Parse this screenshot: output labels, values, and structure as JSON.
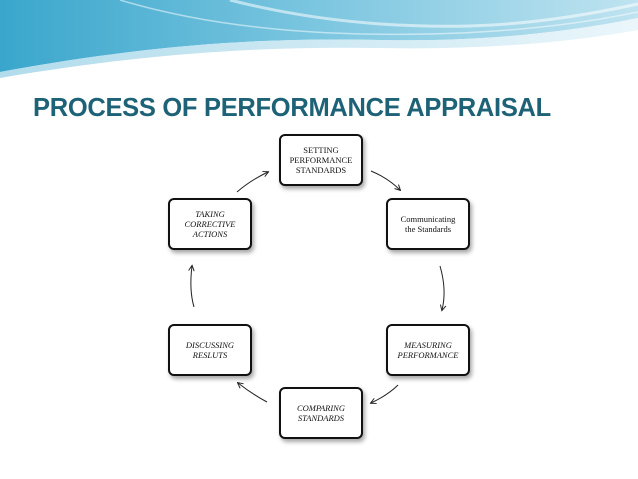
{
  "slide": {
    "title": "PROCESS OF PERFORMANCE APPRAISAL",
    "colors": {
      "title": "#1e6277",
      "box_border": "#111111",
      "arrow": "#222222",
      "header_wave_dark": "#5fb8d6",
      "header_wave_light": "#cfe9f3"
    }
  },
  "diagram": {
    "steps": [
      {
        "id": "setting",
        "label": "SETTING\nPERFORMANCE\nSTANDARDS",
        "italic": false
      },
      {
        "id": "communicating",
        "label": "Communicating\nthe Standards",
        "italic": false
      },
      {
        "id": "measuring",
        "label": "MEASURING\nPERFORMANCE",
        "italic": true
      },
      {
        "id": "comparing",
        "label": "COMPARING\nSTANDARDS",
        "italic": true
      },
      {
        "id": "discussing",
        "label": "DISCUSSING\nRESLUTS",
        "italic": true
      },
      {
        "id": "taking",
        "label": "TAKING\nCORRECTIVE\nACTIONS",
        "italic": true
      }
    ],
    "flow": "clockwise cycle"
  }
}
